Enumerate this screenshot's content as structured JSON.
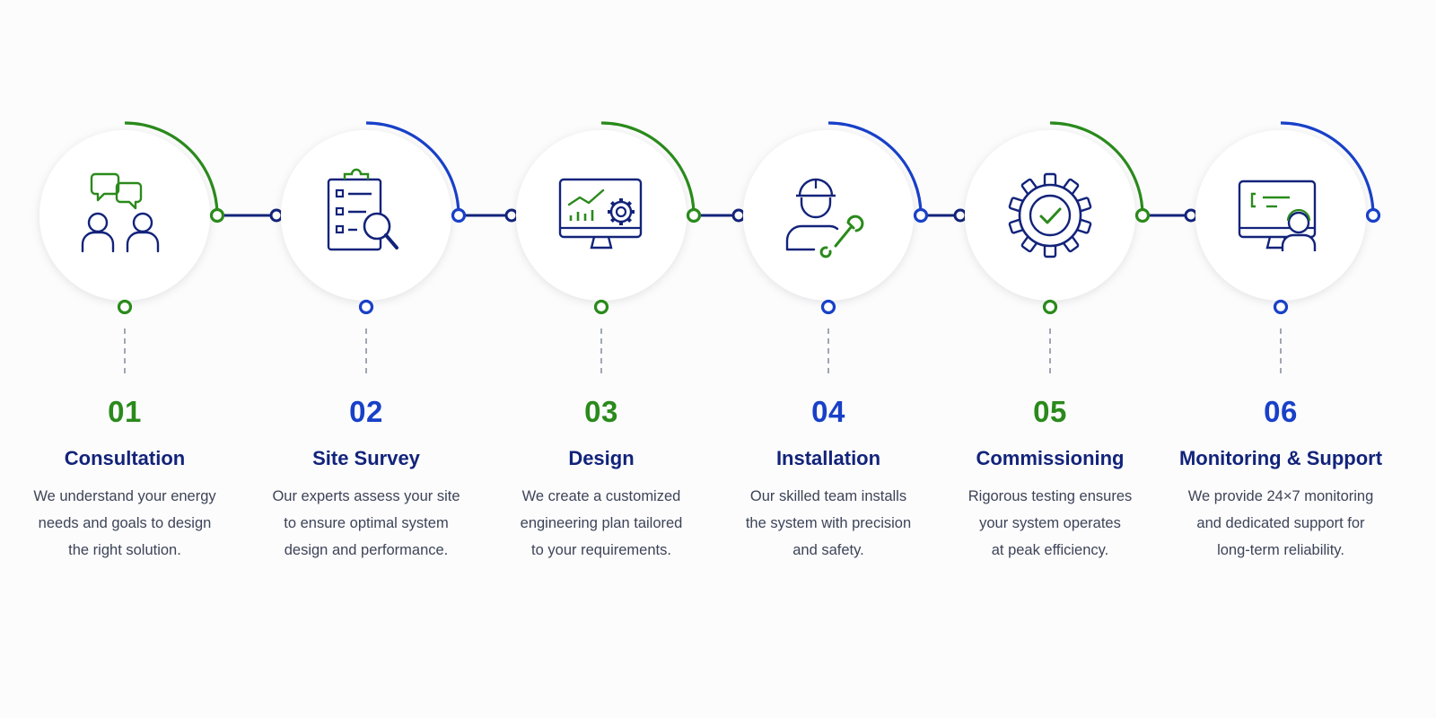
{
  "colors": {
    "green": "#2a8a1b",
    "blue": "#1840c8",
    "navy": "#12237a",
    "text": "#3d4457",
    "circle_fill": "#ffffff",
    "dashed": "#8a90a0"
  },
  "steps": [
    {
      "number": "01",
      "title": "Consultation",
      "description": [
        "We understand your energy",
        "needs and goals to design",
        "the right solution."
      ],
      "accent": "green",
      "icon": "consultation-icon"
    },
    {
      "number": "02",
      "title": "Site Survey",
      "description": [
        "Our experts assess your site",
        "to ensure optimal system",
        "design and performance."
      ],
      "accent": "blue",
      "icon": "clipboard-search-icon"
    },
    {
      "number": "03",
      "title": "Design",
      "description": [
        "We create a customized",
        "engineering plan tailored",
        "to your requirements."
      ],
      "accent": "green",
      "icon": "monitor-chart-gear-icon"
    },
    {
      "number": "04",
      "title": "Installation",
      "description": [
        "Our skilled team installs",
        "the system with precision",
        "and safety."
      ],
      "accent": "blue",
      "icon": "worker-wrench-icon"
    },
    {
      "number": "05",
      "title": "Commissioning",
      "description": [
        "Rigorous testing ensures",
        "your system operates",
        "at peak efficiency."
      ],
      "accent": "green",
      "icon": "gear-check-icon"
    },
    {
      "number": "06",
      "title": "Monitoring & Support",
      "description": [
        "We provide 24×7 monitoring",
        "and dedicated support for",
        "long-term reliability."
      ],
      "accent": "blue",
      "icon": "monitor-support-icon"
    }
  ]
}
